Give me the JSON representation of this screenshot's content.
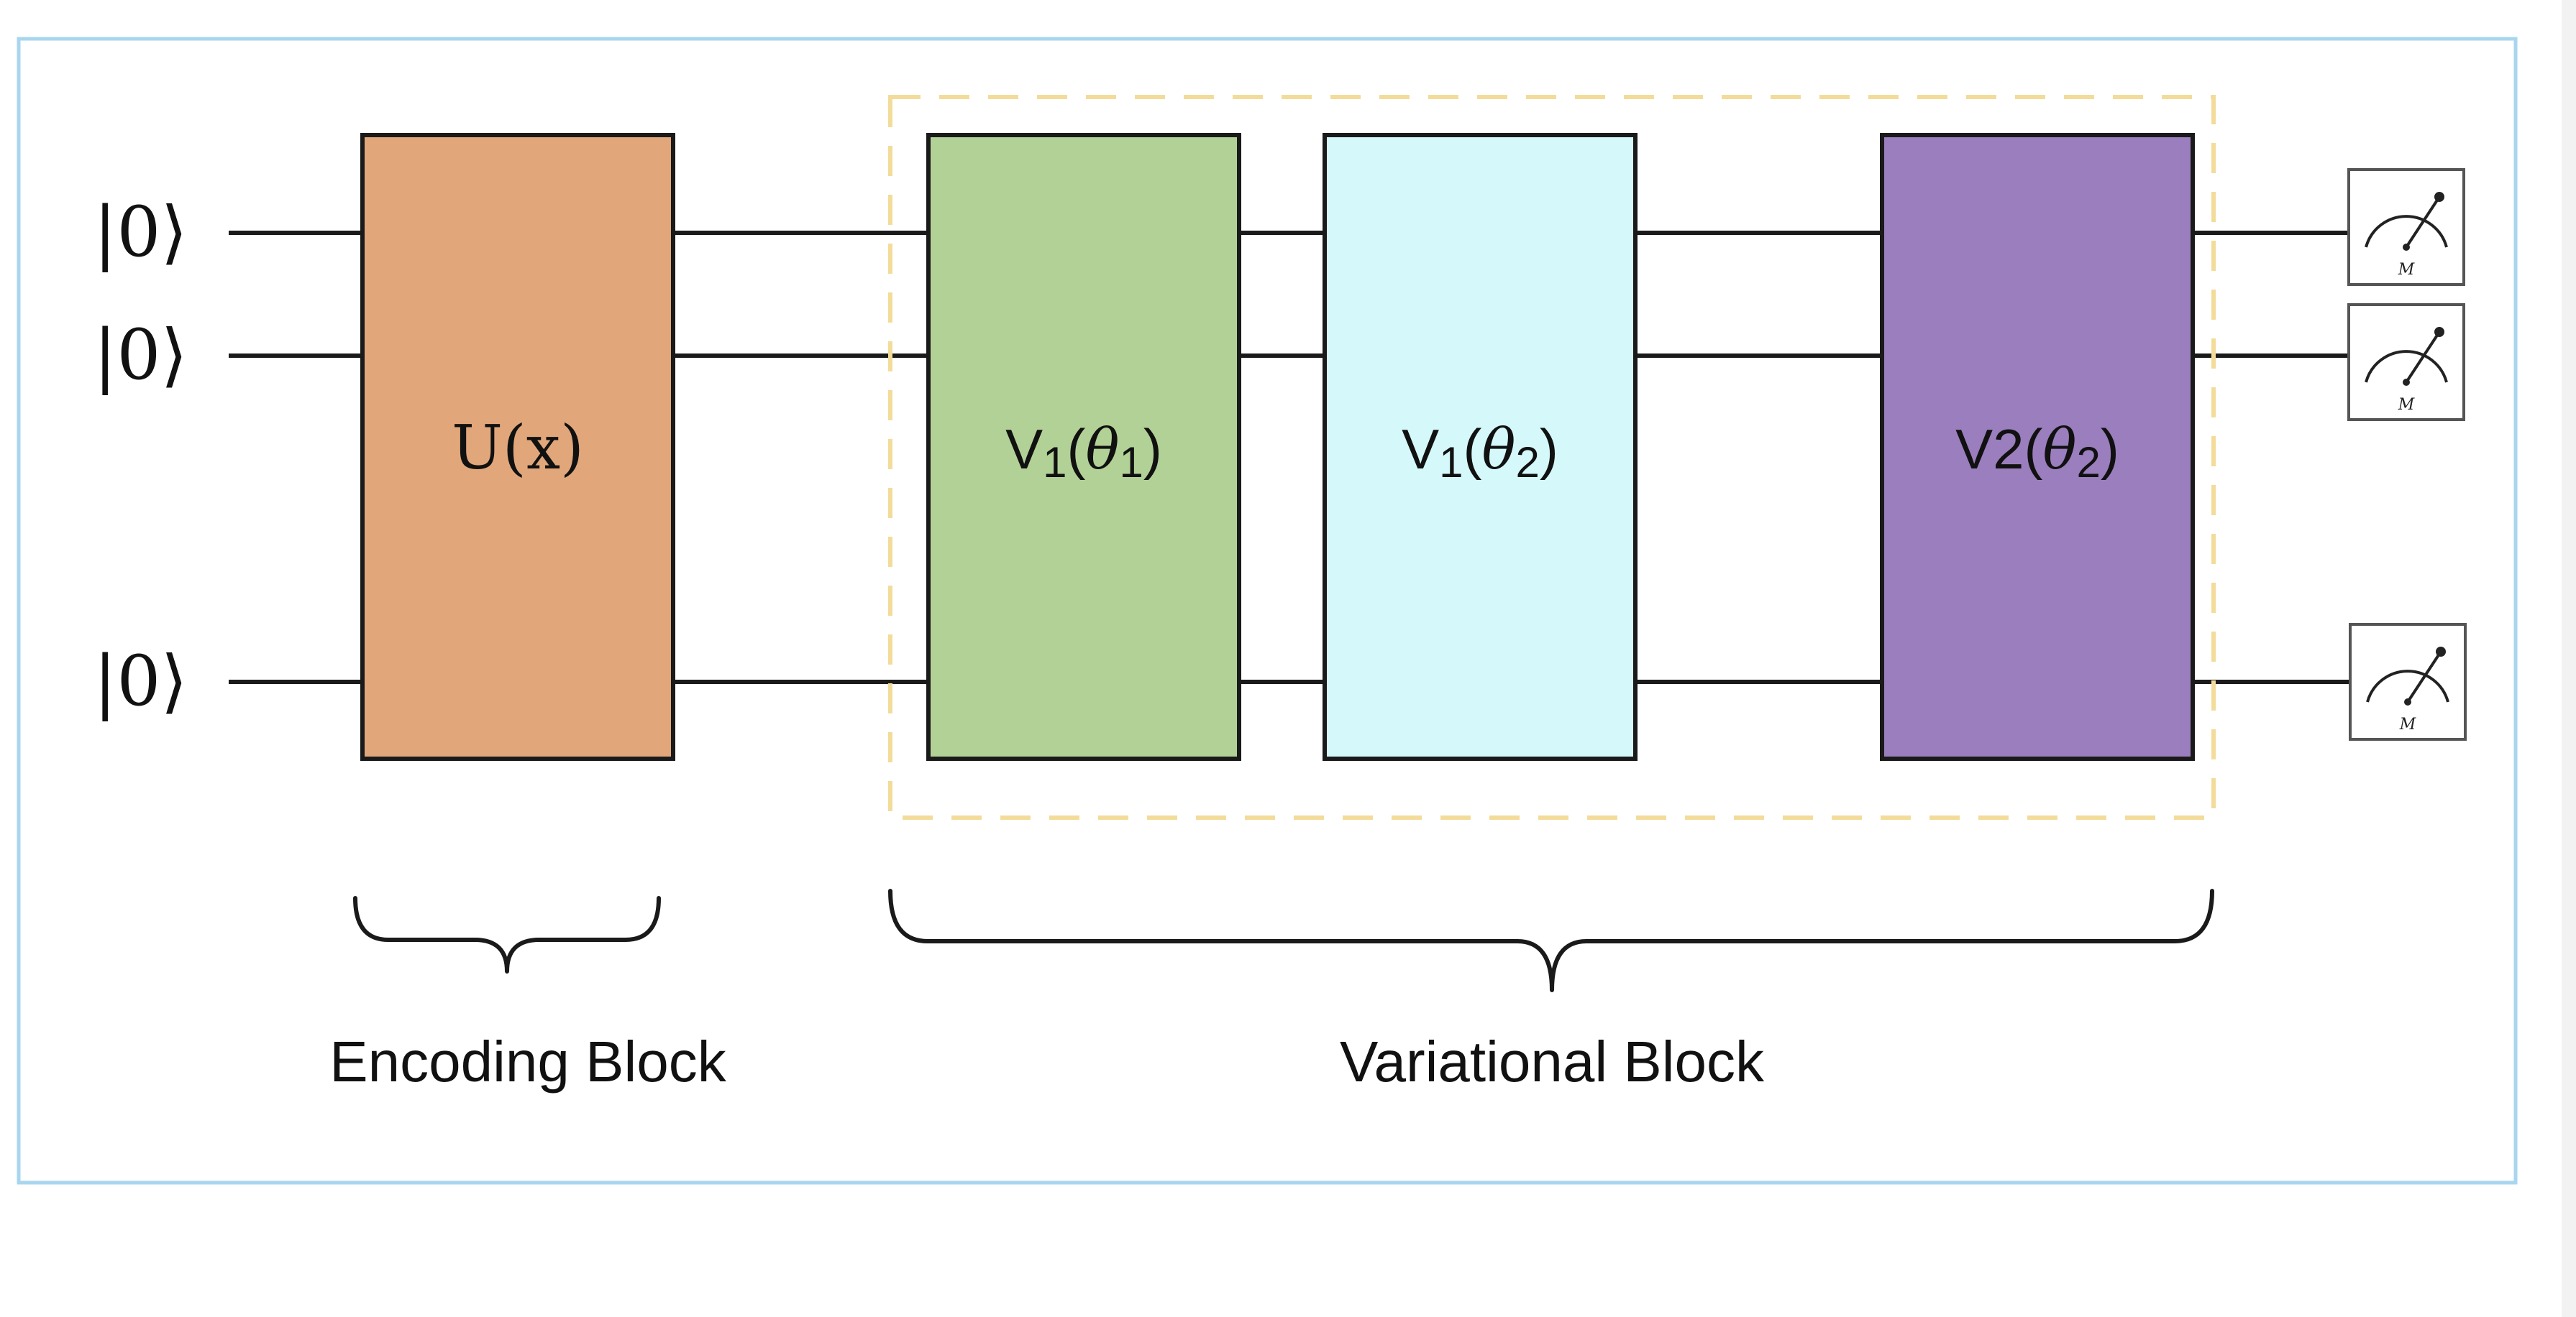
{
  "circuit": {
    "qubits": [
      {
        "label": "|0⟩"
      },
      {
        "label": "|0⟩"
      },
      {
        "label": "|0⟩"
      }
    ],
    "gates": {
      "encoding": {
        "label": "U(x)",
        "color": "#e1a77b"
      },
      "v1a": {
        "base": "V",
        "sub": "1",
        "theta_sub": "1",
        "color": "#b2d197"
      },
      "v1b": {
        "base": "V",
        "sub": "1",
        "theta_sub": "2",
        "color": "#d5f8fa"
      },
      "v2": {
        "base": "V2",
        "theta_sub": "2",
        "color": "#9b7ebd"
      }
    },
    "measurement": {
      "symbol": "M"
    },
    "blocks": {
      "encoding_label": "Encoding Block",
      "variational_label": "Variational Block",
      "variational_outline_color": "#f3dc9a"
    }
  }
}
